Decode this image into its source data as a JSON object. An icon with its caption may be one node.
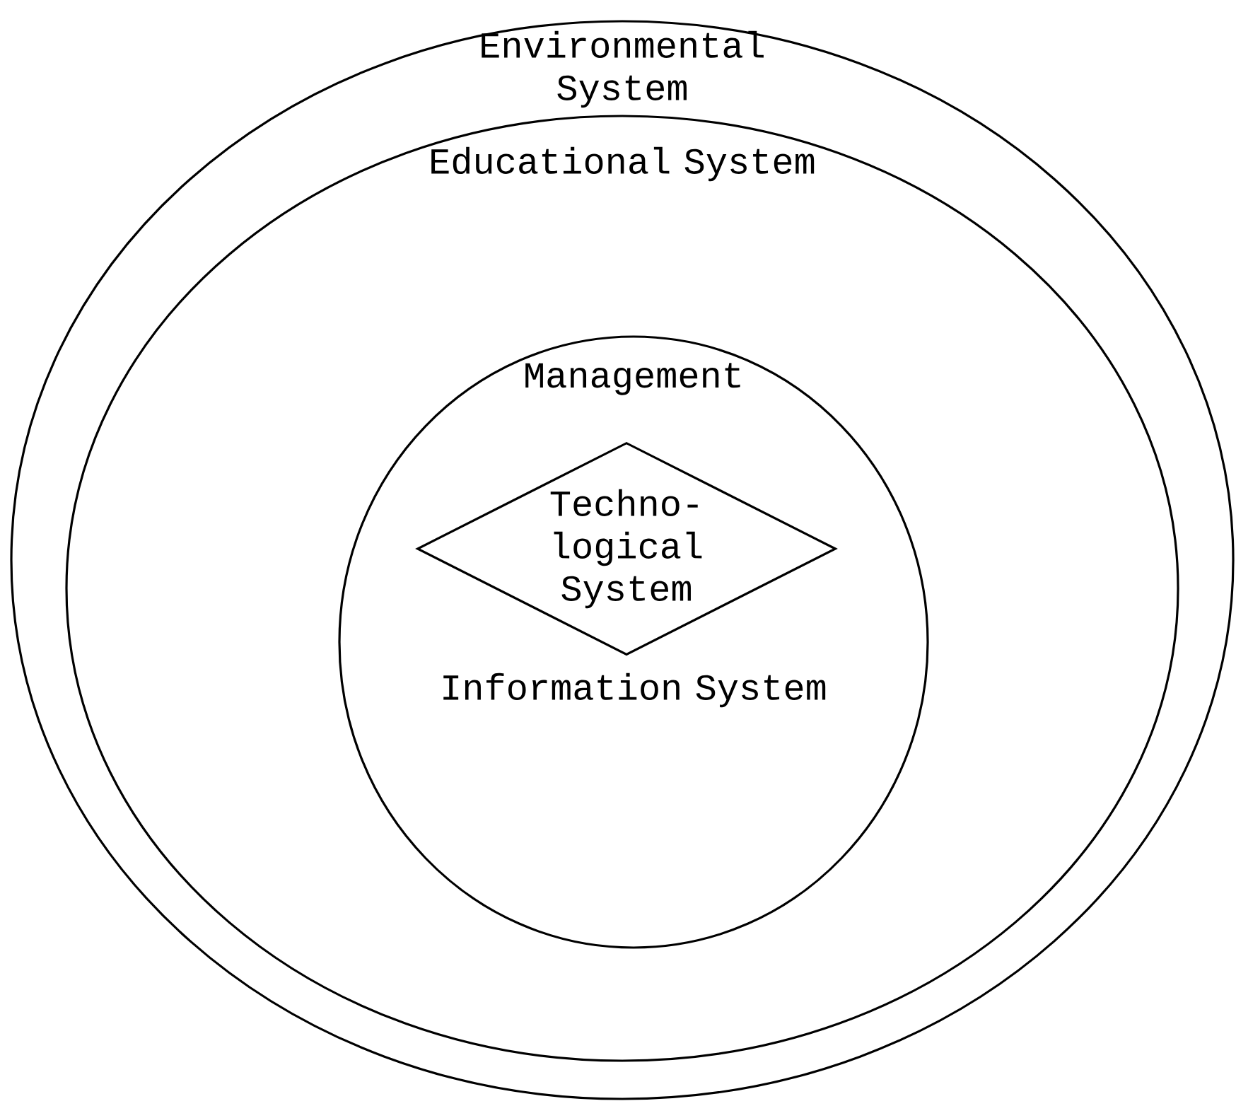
{
  "diagram": {
    "nodes": [
      {
        "text": [
          "Environmental System"
        ]
      },
      {
        "text": [
          "Educational System"
        ],
        "in": 0
      },
      {
        "text": [
          "Management",
          "Information System"
        ],
        "in": 1
      },
      {
        "text": [
          "Techno- logical System"
        ],
        "in": 2
      }
    ]
  }
}
